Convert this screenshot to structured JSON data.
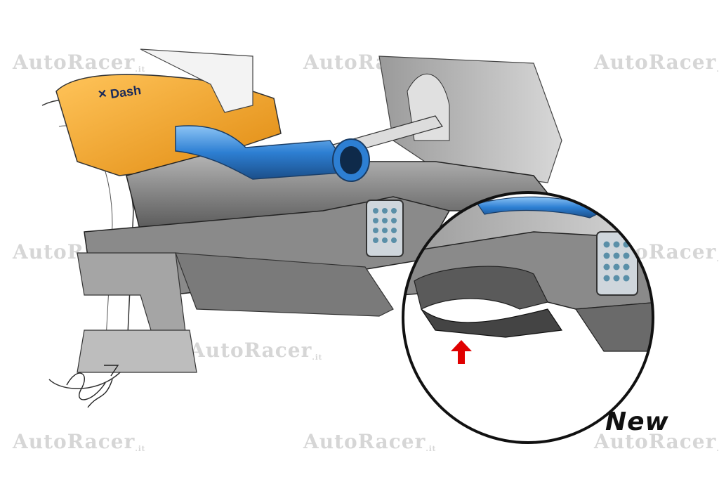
{
  "watermark": {
    "text": "AutoRacer",
    "suffix": ".it"
  },
  "sponsor_text": "Dash",
  "label_new": "New",
  "signature": {
    "name": "Giorgio Piola",
    "year": "25"
  },
  "colors": {
    "papaya": "#f5a623",
    "blue_pipe": "#2d7fd3",
    "body_grey": "#6e6e6e",
    "arrow_red": "#e00000",
    "watermark": "#d6d6d6"
  },
  "icons": {
    "arrow": "red-up-arrow-icon",
    "lights": "rain-light-icon"
  }
}
